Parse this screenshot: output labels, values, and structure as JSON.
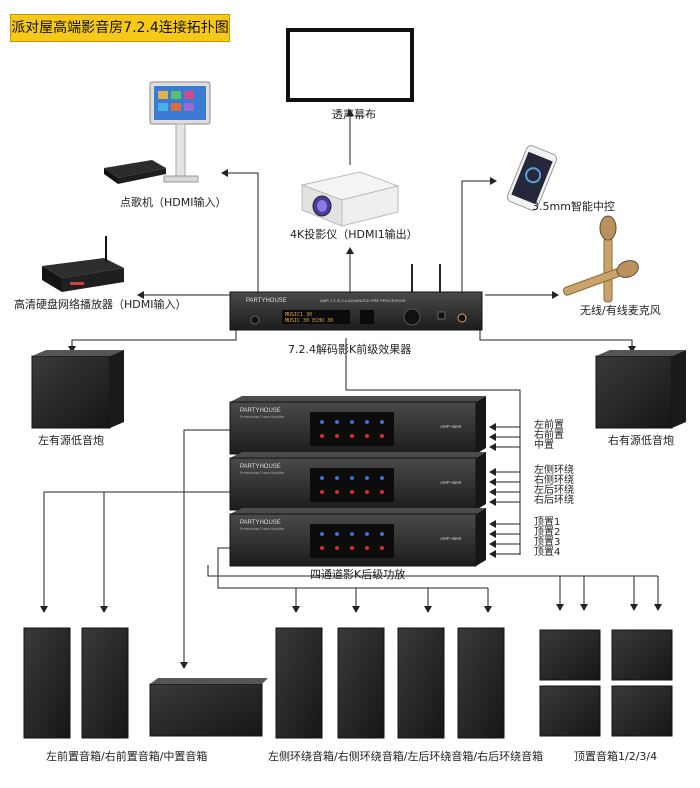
{
  "title": "派对屋高端影音房7.2.4连接拓扑图",
  "devices": {
    "screen": "透声幕布",
    "karaoke": "点歌机（HDMI输入）",
    "projector": "4K投影仪（HDMI1输出）",
    "smart_control": "3.5mm智能中控",
    "player": "高清硬盘网络播放器（HDMI输入）",
    "microphone": "无线/有线麦克风",
    "processor": "7.2.4解码影K前级效果器",
    "sub_left": "左有源低音炮",
    "sub_right": "右有源低音炮",
    "amplifier": "四通道影K后级功放"
  },
  "processor_panel": {
    "brand": "PARTYHOUSE",
    "model": "AMP-7.2.4",
    "subtitle": "7.2.4 ADVANCED PRE PROCESSOR",
    "display_line1": "MUSIC1 30",
    "display_line2": "MUSIC 30  ECHO 30"
  },
  "amp_panel": {
    "brand": "PARTYHOUSE",
    "model": "AMP-4600",
    "subtitle": "Professional Power Amplifier"
  },
  "channels": {
    "front": [
      "左前置",
      "右前置",
      "中置"
    ],
    "surround": [
      "左侧环绕",
      "右侧环绕",
      "左后环绕",
      "右后环绕"
    ],
    "height": [
      "顶置1",
      "顶置2",
      "顶置3",
      "顶置4"
    ]
  },
  "speaker_groups": {
    "front": "左前置音箱/右前置音箱/中置音箱",
    "surround": "左侧环绕音箱/右侧环绕音箱/左后环绕音箱/右后环绕音箱",
    "height": "顶置音箱1/2/3/4"
  },
  "colors": {
    "title_bg": "#f6c81a",
    "device_dark": "#2a2a2a",
    "led_blue": "#3a6fd8",
    "led_red": "#d23030"
  }
}
